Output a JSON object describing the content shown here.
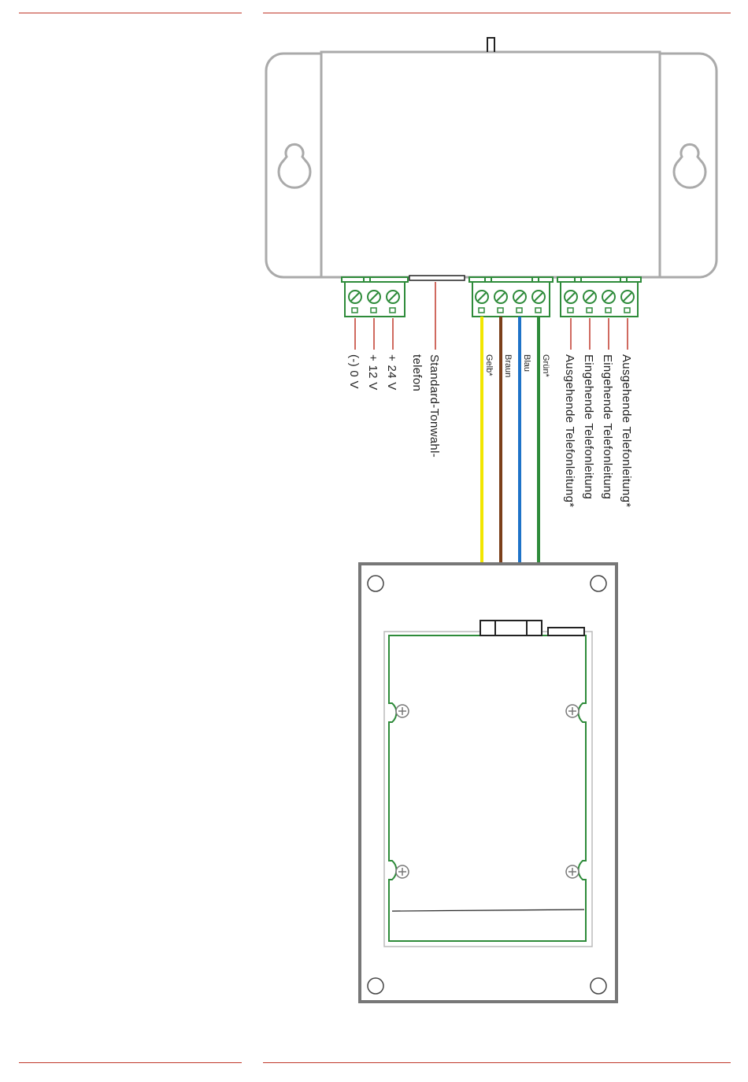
{
  "colors": {
    "rule": "#c0392b",
    "housing": "#aaaaaa",
    "panel": "#777777",
    "terminal": "#2e8b3a",
    "wire_yellow": "#f2e600",
    "wire_brown": "#7b3f1a",
    "wire_blue": "#1e73c8",
    "wire_green": "#2e8b3a",
    "leader": "#c0392b"
  },
  "labels": {
    "power_0v": "(-) 0 V",
    "power_12v": "+ 12 V",
    "power_24v": "+ 24 V",
    "phone_line1": "Standard-Tonwahl-",
    "phone_line2": "telefon",
    "wire_gelb": "Gelb*",
    "wire_braun": "Braun",
    "wire_blau": "Blau",
    "wire_gruen": "Grün*",
    "line_out_a": "Ausgehende Telefonleitung*",
    "line_in_a": "Eingehende Telefonleitung",
    "line_in_b": "Eingehende Telefonleitung",
    "line_out_b": "Ausgehende Telefonleitung*"
  },
  "icons": {
    "mount_hole": "keyhole-icon",
    "screw_terminal": "screw-slot-icon",
    "pcb_screw": "phillips-screw-icon"
  }
}
